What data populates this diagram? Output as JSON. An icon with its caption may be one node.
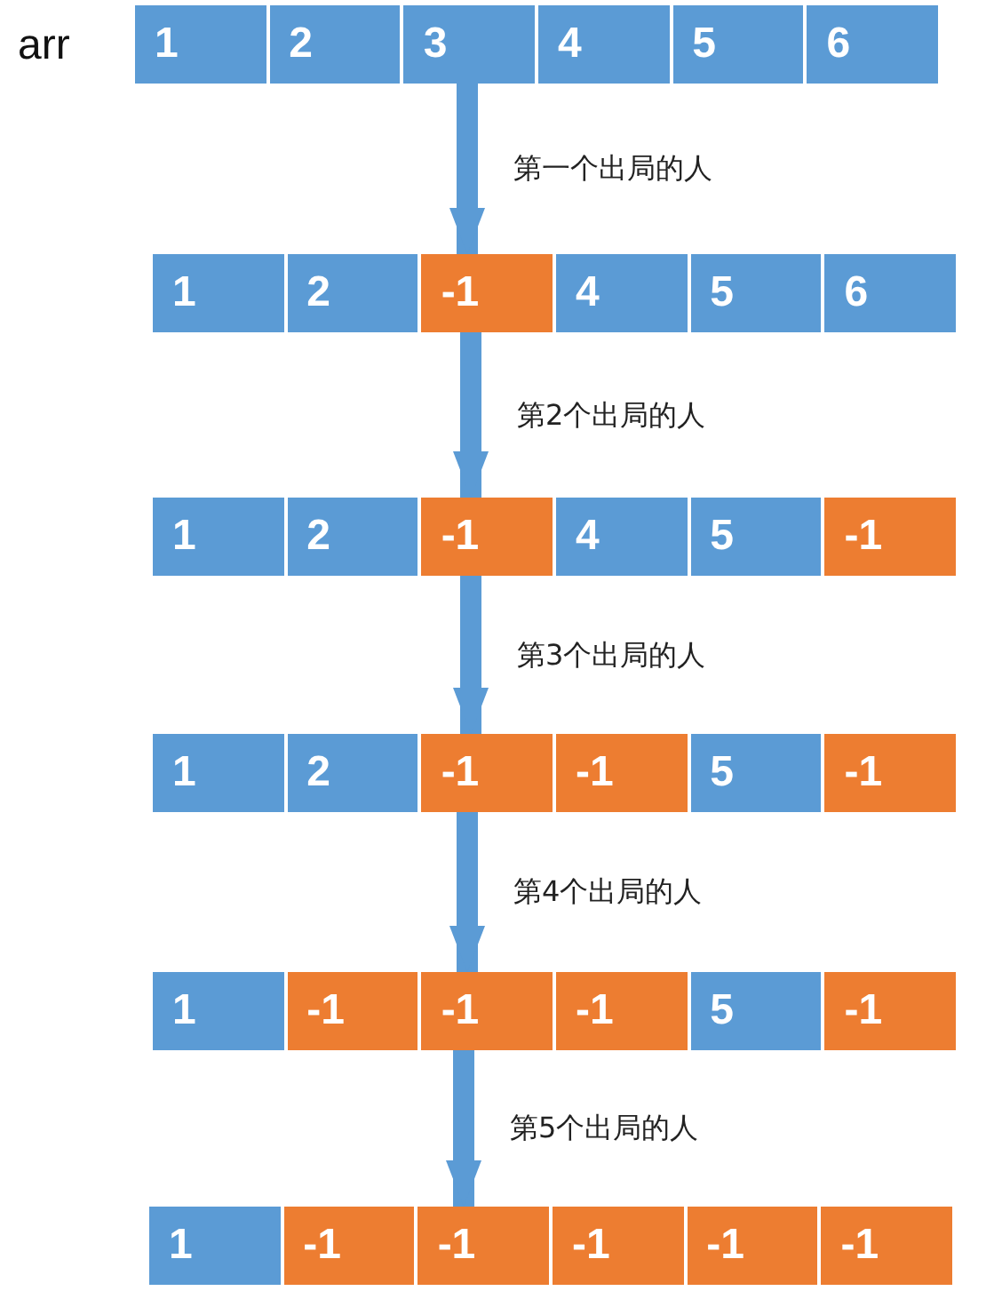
{
  "diagram": {
    "nodes": [
      {
        "text": [],
        "shape": "bar"
      },
      {
        "text": [
          "1"
        ],
        "in": 0
      },
      {
        "text": [
          "2"
        ],
        "in": 0
      },
      {
        "text": [
          "3"
        ],
        "in": 0
      },
      {
        "text": [
          "4"
        ],
        "in": 0
      },
      {
        "text": [
          "5"
        ],
        "in": 0
      },
      {
        "text": [
          "6"
        ],
        "in": 0
      },
      {
        "text": [],
        "shape": "bar"
      },
      {
        "text": [
          "1"
        ],
        "in": 7
      },
      {
        "text": [
          "2"
        ],
        "in": 7
      },
      {
        "text": [
          "-1"
        ],
        "in": 7
      },
      {
        "text": [
          "4"
        ],
        "in": 7
      },
      {
        "text": [
          "5"
        ],
        "in": 7
      },
      {
        "text": [
          "6"
        ],
        "in": 7
      },
      {
        "text": [],
        "shape": "bar"
      },
      {
        "text": [
          "1"
        ],
        "in": 14
      },
      {
        "text": [
          "2"
        ],
        "in": 14
      },
      {
        "text": [
          "-1"
        ],
        "in": 14
      },
      {
        "text": [
          "4"
        ],
        "in": 14
      },
      {
        "text": [
          "5"
        ],
        "in": 14
      },
      {
        "text": [
          "-1"
        ],
        "in": 14
      },
      {
        "text": [],
        "shape": "bar"
      },
      {
        "text": [
          "1"
        ],
        "in": 21
      },
      {
        "text": [
          "2"
        ],
        "in": 21
      },
      {
        "text": [
          "-1"
        ],
        "in": 21
      },
      {
        "text": [
          "-1"
        ],
        "in": 21
      },
      {
        "text": [
          "5"
        ],
        "in": 21
      },
      {
        "text": [
          "-1"
        ],
        "in": 21
      },
      {
        "text": [],
        "shape": "bar"
      },
      {
        "text": [
          "1"
        ],
        "in": 28
      },
      {
        "text": [
          "-1"
        ],
        "in": 28
      },
      {
        "text": [
          "-1"
        ],
        "in": 28
      },
      {
        "text": [
          "-1"
        ],
        "in": 28
      },
      {
        "text": [
          "5"
        ],
        "in": 28
      },
      {
        "text": [
          "-1"
        ],
        "in": 28
      },
      {
        "text": [],
        "shape": "bar"
      },
      {
        "text": [
          "1"
        ],
        "in": 35
      },
      {
        "text": [
          "-1"
        ],
        "in": 35
      },
      {
        "text": [
          "-1"
        ],
        "in": 35
      },
      {
        "text": [
          "-1"
        ],
        "in": 35
      },
      {
        "text": [
          "-1"
        ],
        "in": 35
      },
      {
        "text": [
          "-1"
        ],
        "in": 35
      }
    ],
    "edges": [
      {
        "from": 0,
        "to": 7,
        "arrow": "to",
        "label": "第一个出局的人"
      },
      {
        "from": 7,
        "to": 14,
        "arrow": "to",
        "label": "第2个出局的人"
      },
      {
        "from": 14,
        "to": 21,
        "arrow": "to",
        "label": "第3个出局的人"
      },
      {
        "from": 21,
        "to": 28,
        "arrow": "to",
        "label": "第4个出局的人"
      },
      {
        "from": 28,
        "to": 35,
        "arrow": "to",
        "label": "第5个出局的人"
      }
    ],
    "labels": [
      "arr"
    ]
  }
}
